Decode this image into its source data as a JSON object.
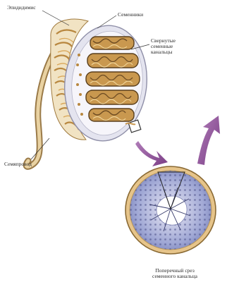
{
  "labels": {
    "epididymis": "Эпидидимис",
    "testis": "Семенники",
    "tubules_line1": "Свернутые",
    "tubules_line2": "семенные",
    "tubules_line3": "канальцы",
    "vas_deferens": "Семяпровод",
    "cross_section_line1": "Поперечный срез",
    "cross_section_line2": "семенного канальца"
  },
  "colors": {
    "tubule": "#c9984f",
    "tubule_dark": "#6b4a22",
    "capsule": "#d8d8e6",
    "arrow": "#8e4f92",
    "cross_cells": "#8b93c8",
    "cross_ring": "#e6c48a"
  }
}
